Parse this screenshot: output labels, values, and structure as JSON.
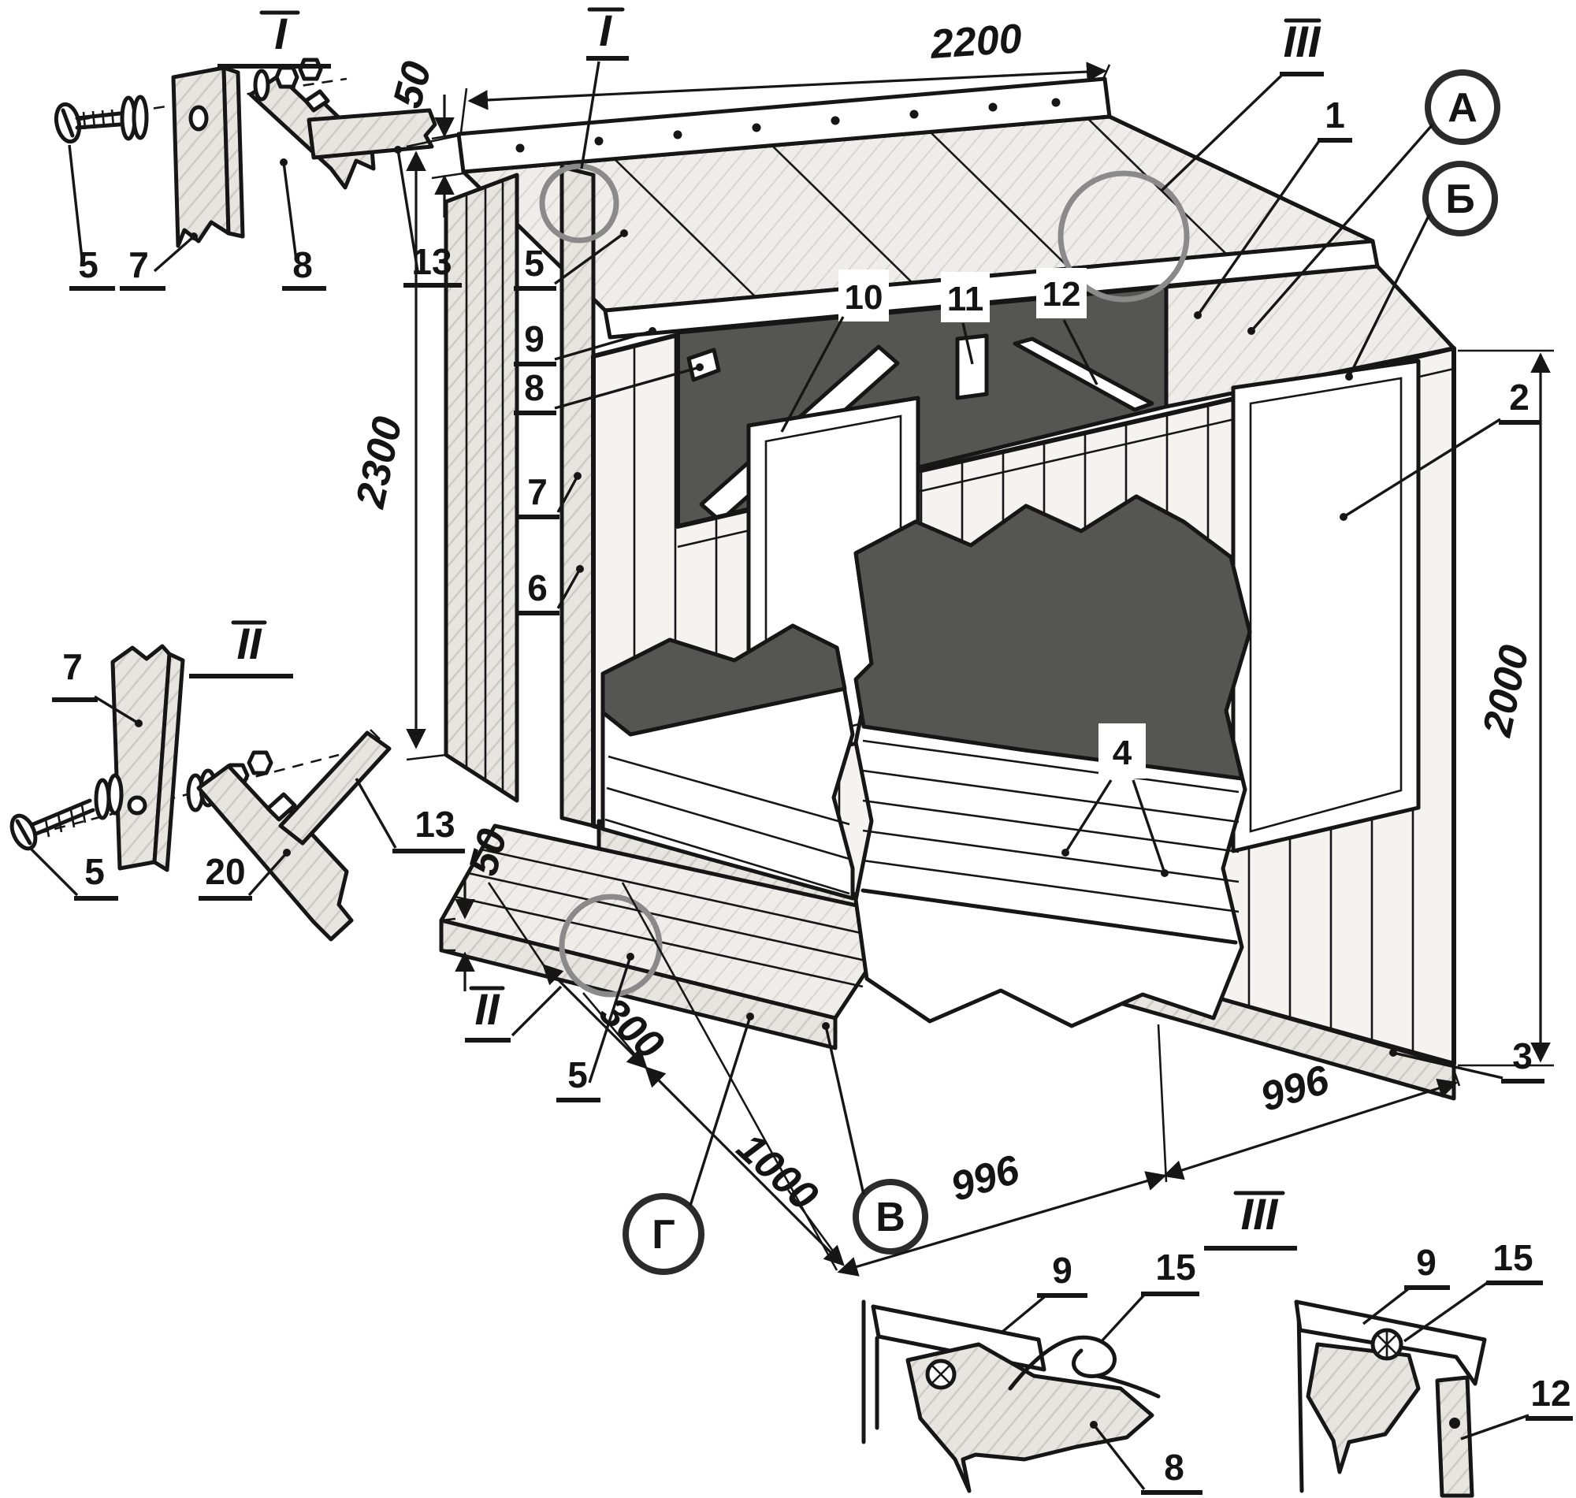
{
  "drawing": {
    "kind": "exploded wooden cabin assembly drawing",
    "ink_color": "#161616",
    "interior_shadow_color": "#555553",
    "wood_tint": "#e8e7e2"
  },
  "sections": {
    "s1": "I",
    "s2": "II",
    "s3": "III"
  },
  "nodes": {
    "a": "А",
    "b": "Б",
    "v": "В",
    "g": "Г"
  },
  "dims": {
    "width_top": "2200",
    "height_left": "2300",
    "height_right": "2000",
    "offset_top": "50",
    "offset_bottom": "50",
    "depth_step": "300",
    "depth": "1000",
    "bay_left": "996",
    "bay_right": "996"
  },
  "parts": {
    "p1": "1",
    "p2": "2",
    "p3": "3",
    "p4": "4",
    "p5": "5",
    "p6": "6",
    "p7": "7",
    "p8": "8",
    "p9": "9",
    "p10": "10",
    "p11": "11",
    "p12": "12",
    "p13": "13",
    "p15": "15",
    "p20": "20"
  }
}
